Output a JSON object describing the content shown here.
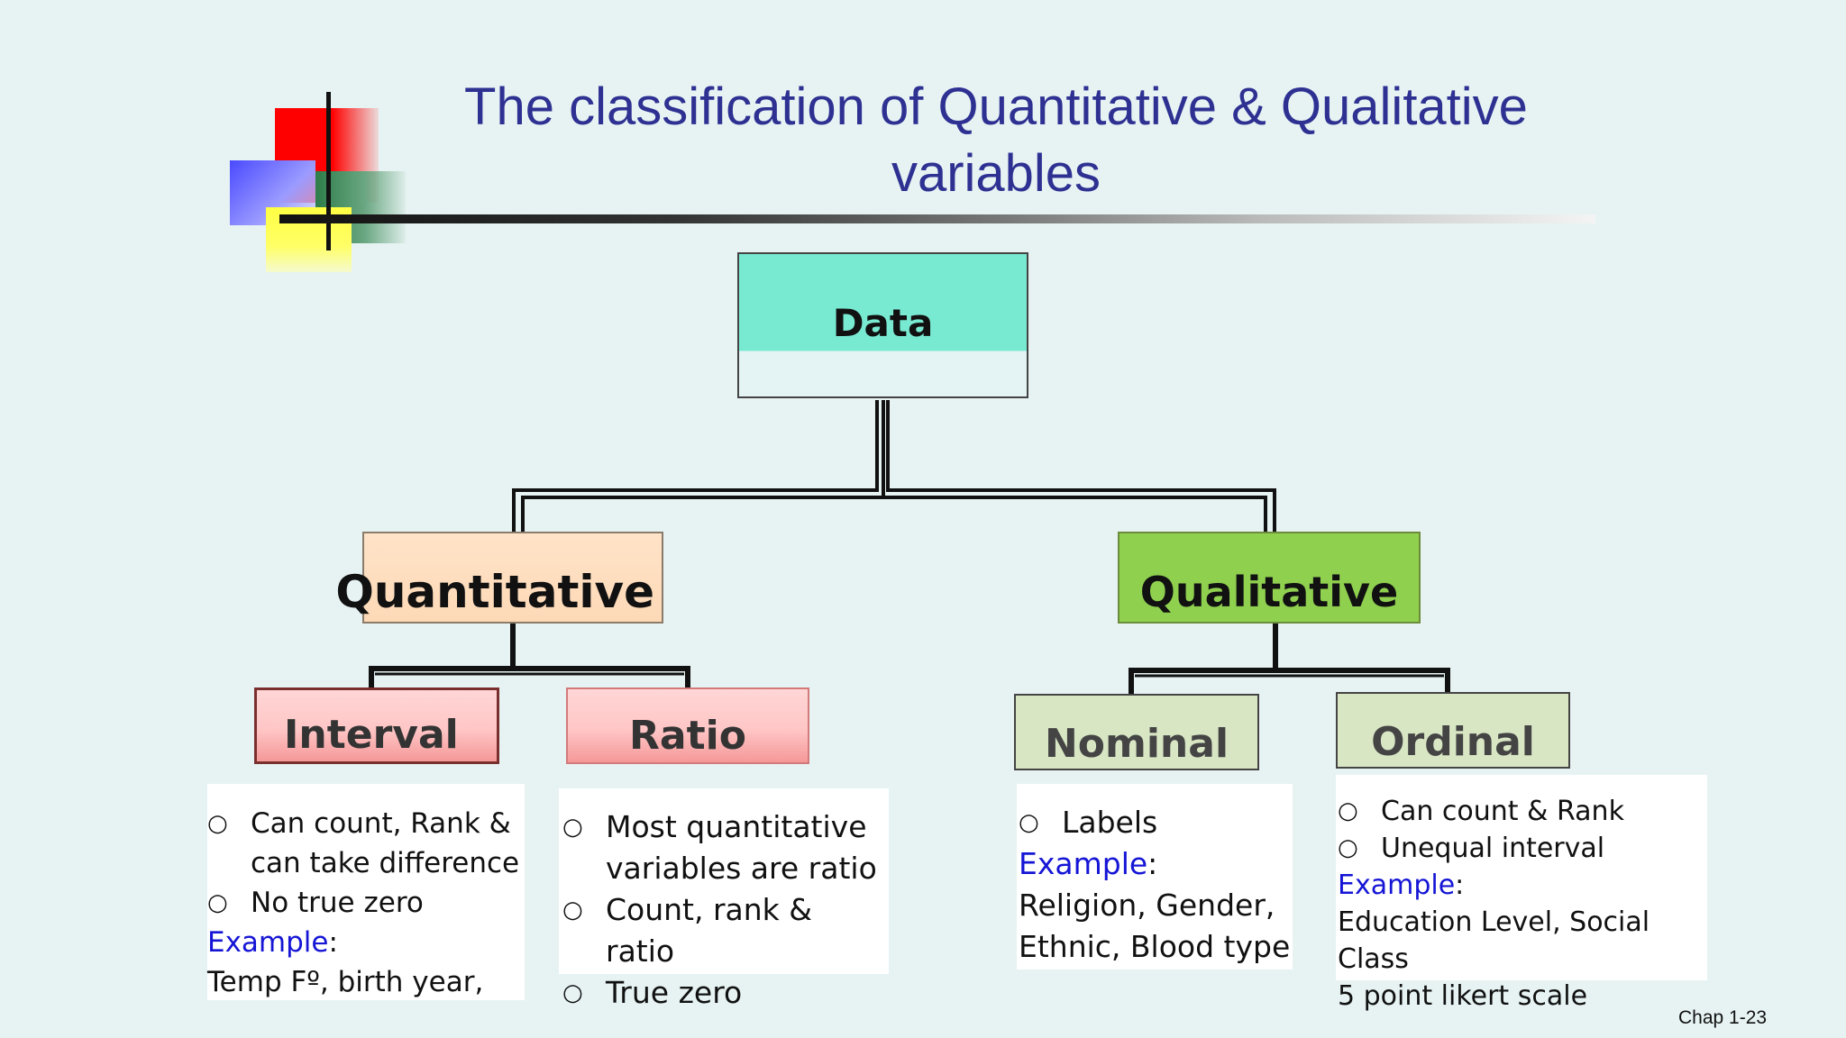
{
  "slide": {
    "title": "The classification of Quantitative & Qualitative variables",
    "footer": "Chap 1-23"
  },
  "tree": {
    "root": "Data",
    "left": "Quantitative",
    "right": "Qualitative",
    "left_children": [
      "Interval",
      "Ratio"
    ],
    "right_children": [
      "Nominal",
      "Ordinal"
    ]
  },
  "details": {
    "interval": {
      "items": [
        "Can count, Rank & can take difference",
        "No true zero"
      ],
      "example_label": "Example",
      "example_text": "Temp Fº, birth year,"
    },
    "ratio": {
      "items": [
        "Most quantitative variables are ratio",
        "Count, rank & ratio",
        "True zero"
      ]
    },
    "nominal": {
      "items": [
        "Labels"
      ],
      "example_label": "Example",
      "example_text": "Religion, Gender, Ethnic, Blood type"
    },
    "ordinal": {
      "items": [
        "Can count & Rank",
        "Unequal interval"
      ],
      "example_label": "Example",
      "example_lines": [
        "Education Level, Social Class",
        "5 point likert scale"
      ]
    }
  },
  "colors": {
    "title": "#2e3192",
    "data_box": "#79ead2",
    "quantitative_box": "#fdd9b6",
    "qualitative_box": "#8fd04f",
    "interval_ratio_box": "#f59898",
    "nominal_ordinal_box": "#d8e6c4",
    "example_label": "#1515d6"
  }
}
